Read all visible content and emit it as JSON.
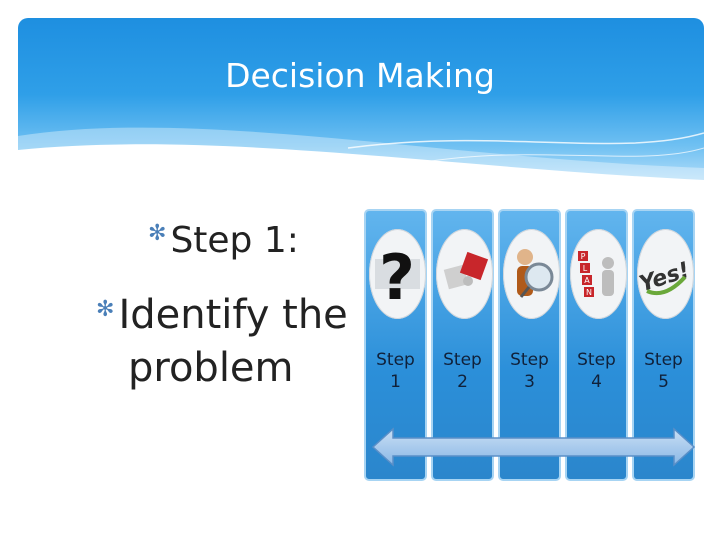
{
  "slide": {
    "title": "Decision Making",
    "bullets": {
      "b1": "Step 1:",
      "b2_line1": "Identify the",
      "b2_line2": "problem"
    },
    "steps": [
      {
        "word": "Step",
        "num": "1",
        "icon": "question-mark-icon"
      },
      {
        "word": "Step",
        "num": "2",
        "icon": "puzzle-pieces-icon"
      },
      {
        "word": "Step",
        "num": "3",
        "icon": "magnifier-person-icon"
      },
      {
        "word": "Step",
        "num": "4",
        "icon": "plan-person-icon"
      },
      {
        "word": "Step",
        "num": "5",
        "icon": "yes-check-icon"
      }
    ],
    "colors": {
      "header": "#2f9fe8",
      "column": "#2b8fd9",
      "arrow": "#8ab8e6"
    }
  }
}
